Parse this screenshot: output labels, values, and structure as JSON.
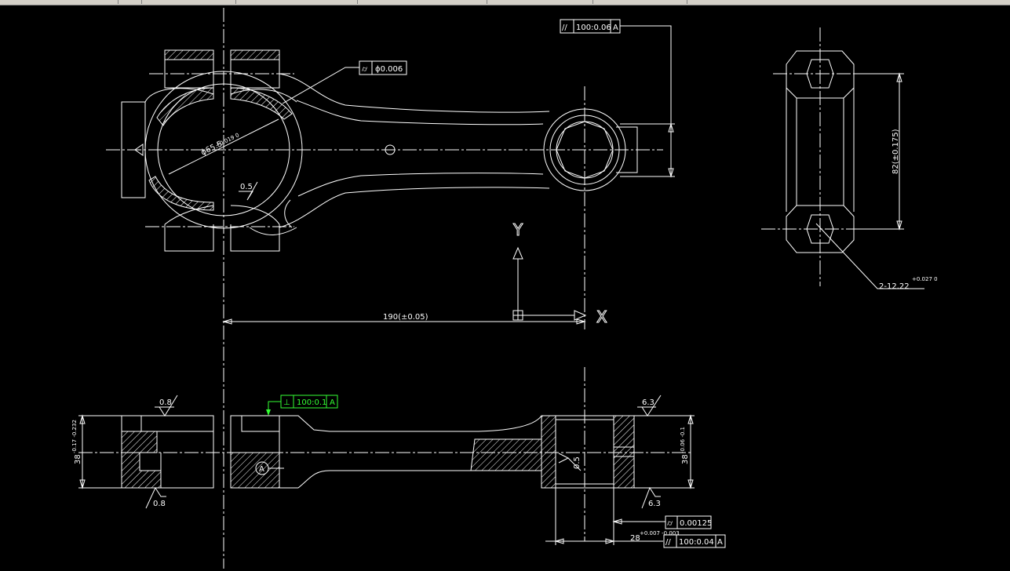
{
  "tolerances": {
    "parallel_top": "100:0.06",
    "parallel_top_datum": "A",
    "cylindricity_big": "ϕ0.006",
    "perp_green": "100:0.1",
    "perp_green_datum": "A",
    "cylindricity_small": "0.00125",
    "parallel_bottom": "100:0.04",
    "parallel_bottom_datum": "A"
  },
  "dimensions": {
    "big_bore": "ϕ65.5",
    "big_bore_tol": "+0.019 0",
    "center_distance": "190(±0.05)",
    "height_82": "82(±0.175)",
    "bolt_hole": "2-12.22",
    "bolt_hole_tol": "+0.027 0",
    "left_width": "38",
    "left_width_tol": "-0.17 -0.232",
    "right_width": "38",
    "right_width_tol": "-0.06 -0.1",
    "small_bore": "28",
    "small_bore_tol": "+0.007 -0.003"
  },
  "surface_finish": {
    "bore_big": "0.5",
    "bore_small": "0.5",
    "left_top": "0.8",
    "left_bottom": "0.8",
    "right_top": "6.3",
    "right_bottom": "6.3"
  },
  "datum_label": "A",
  "axes": {
    "y": "Y",
    "x": "X"
  },
  "symbols": {
    "parallel": "//",
    "cylindricity": "⌭",
    "perpendicular": "⊥"
  }
}
